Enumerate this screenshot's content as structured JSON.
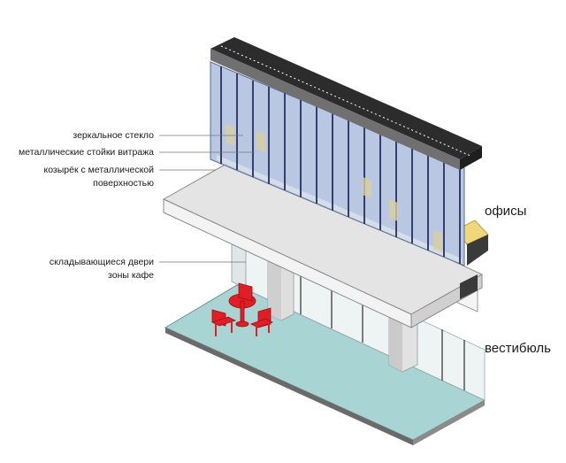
{
  "callouts": {
    "mirror_glass": "зеркальное стекло",
    "metal_mullions": "металлические стойки витража",
    "canopy_line1": "козырёк с металлической",
    "canopy_line2": "поверхностью",
    "folding_doors_line1": "складывающиеся двери",
    "folding_doors_line2": "зоны кафе"
  },
  "zones": {
    "offices": "офисы",
    "lobby": "вестибюль"
  },
  "colors": {
    "floor": "#a9d4d4",
    "canopy": "#e4e4e4",
    "glass": "#b9c7e3",
    "roof": "#2c2c2c",
    "office_slab": "#efd77a",
    "furniture": "#e01e24"
  }
}
